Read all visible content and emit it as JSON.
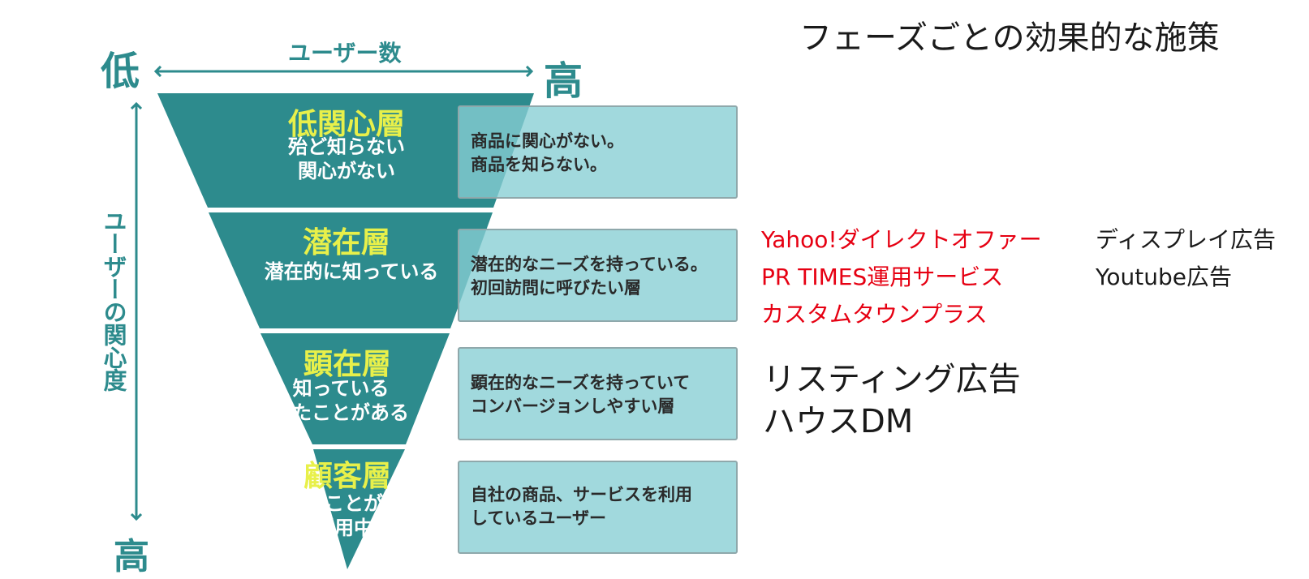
{
  "title": "フェーズごとの効果的な施策",
  "funnel": {
    "axis": {
      "users_label": "ユーザー数",
      "users_low": "低",
      "users_high": "高",
      "interest_label": "ユーザーの関心度",
      "interest_high": "高"
    },
    "layers": [
      {
        "title": "低関心層",
        "subtitle_lines": [
          "殆ど知らない",
          "関心がない"
        ],
        "description_lines": [
          "商品に関心がない。",
          "商品を知らない。"
        ]
      },
      {
        "title": "潜在層",
        "subtitle_lines": [
          "潜在的に知っている"
        ],
        "description_lines": [
          "潜在的なニーズを持っている。",
          "初回訪問に呼びたい層"
        ]
      },
      {
        "title": "顕在層",
        "subtitle_lines": [
          "知っている",
          "見たことがある"
        ],
        "description_lines": [
          "顕在的なニーズを持っていて",
          "コンバージョンしやすい層"
        ]
      },
      {
        "title": "顧客層",
        "subtitle_lines": [
          "使ったことがある",
          "利用中"
        ],
        "description_lines": [
          "自社の商品、サービスを利用",
          "しているユーザー"
        ]
      }
    ]
  },
  "measures": {
    "latent_red": [
      "Yahoo!ダイレクトオファー",
      "PR TIMES運用サービス",
      "カスタムタウンプラス"
    ],
    "latent_black": [
      "ディスプレイ広告",
      "Youtube広告"
    ],
    "manifest": [
      "リスティング広告",
      "ハウスDM"
    ]
  },
  "colors": {
    "funnel_fill": "#2d8b8d",
    "layer_title": "#e8f04a",
    "description_box": "#86ced4",
    "highlight_red": "#e60012"
  }
}
